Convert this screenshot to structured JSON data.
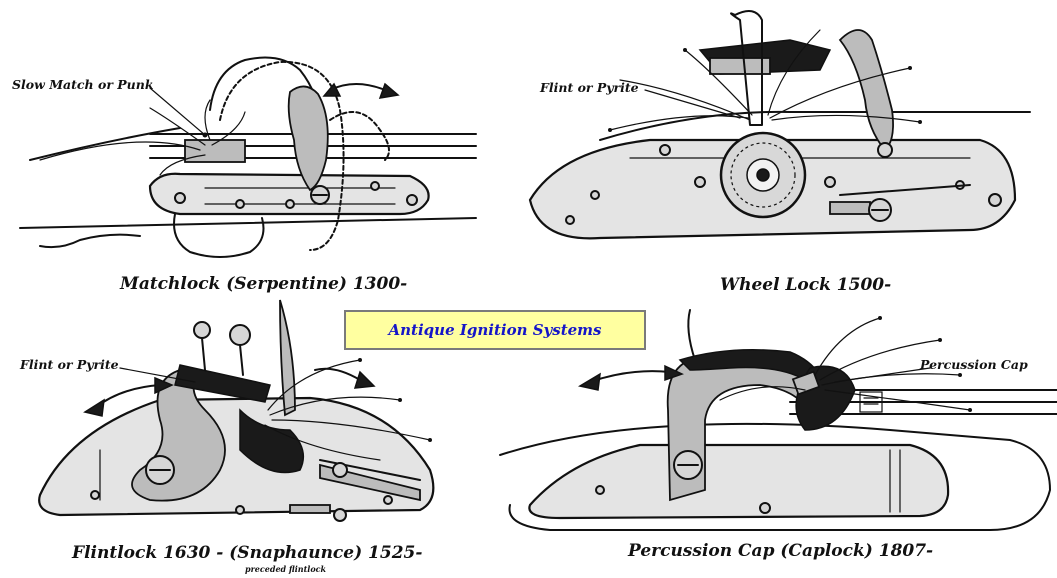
{
  "title": "Antique Ignition Systems",
  "colors": {
    "title_text": "#1515c8",
    "title_box": "#ffffa0",
    "title_border": "#7a7a7a",
    "ink": "#111111",
    "plate": "#e4e4e4"
  },
  "panels": [
    {
      "id": "matchlock",
      "caption": "Matchlock (Serpentine) 1300-",
      "callout": "Slow Match or Punk"
    },
    {
      "id": "wheel_lock",
      "caption": "Wheel Lock 1500-",
      "callout": "Flint or Pyrite"
    },
    {
      "id": "flintlock",
      "caption": "Flintlock 1630 -     (Snaphaunce)  1525-",
      "callout": "Flint or Pyrite",
      "subnote": "preceded flintlock"
    },
    {
      "id": "percussion",
      "caption": "Percussion Cap (Caplock) 1807-",
      "callout": "Percussion Cap"
    }
  ]
}
